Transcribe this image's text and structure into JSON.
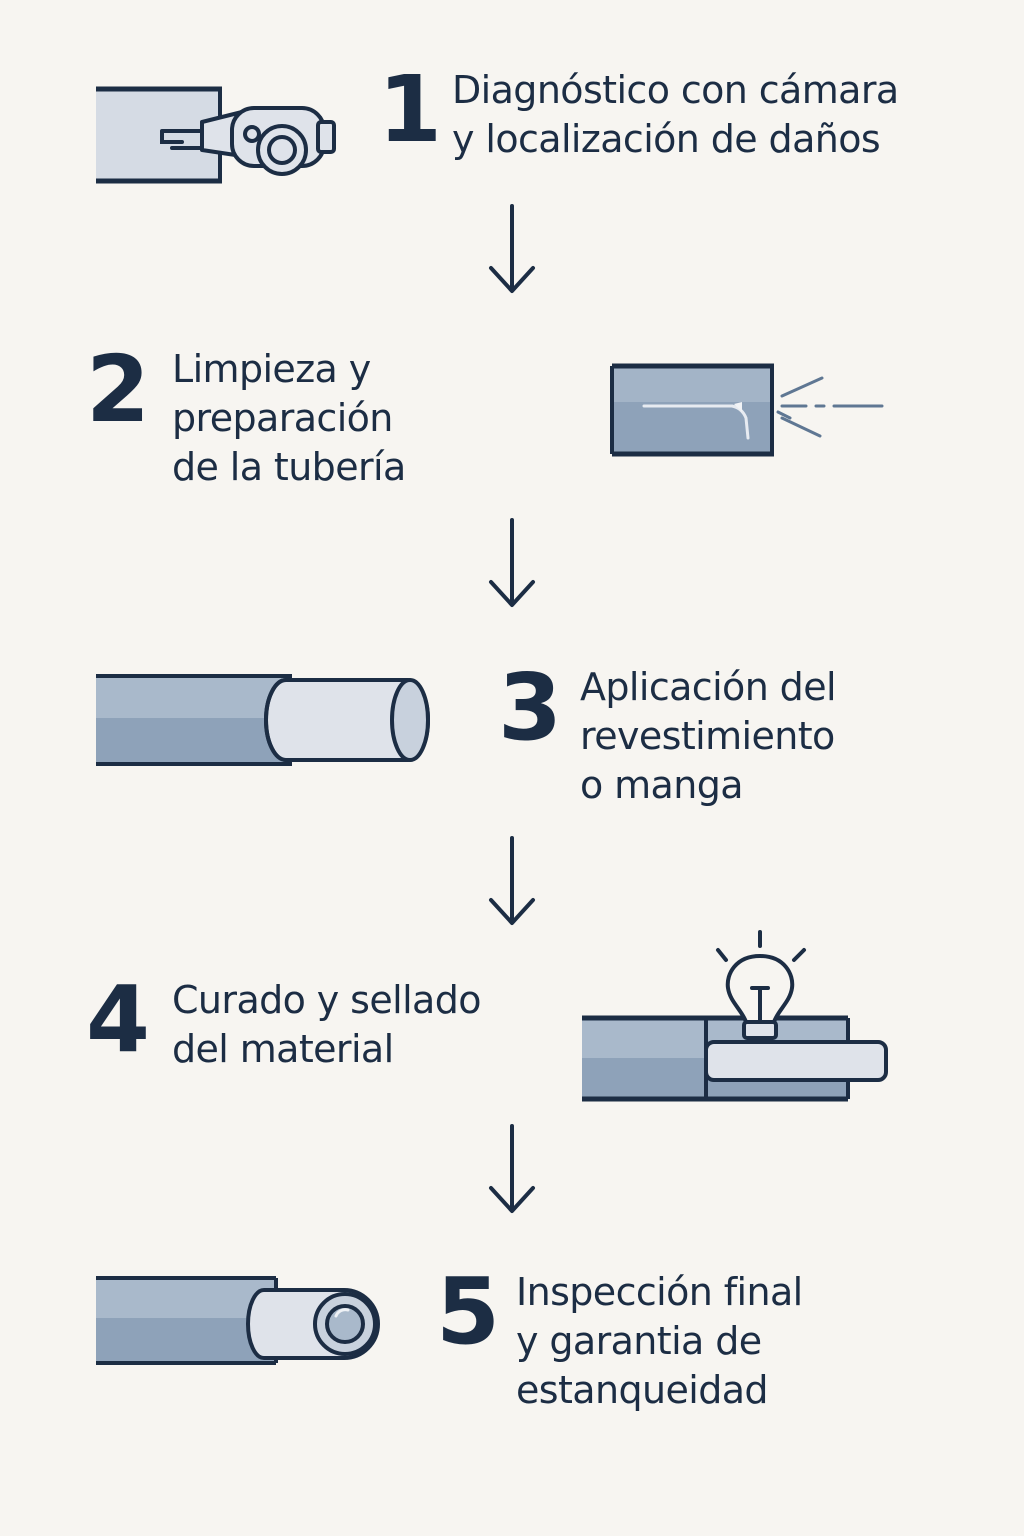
{
  "colors": {
    "background": "#f7f5f1",
    "ink": "#1c2d44",
    "pipe_light": "#a9b9cb",
    "pipe_mid": "#8ea2b9",
    "pipe_dark": "#7a91ab",
    "liner": "#dfe3ea"
  },
  "steps": [
    {
      "number": "1",
      "lines": [
        "Diagnóstico con cámara",
        "y localización de daños"
      ],
      "icon": "camera-inspection-icon"
    },
    {
      "number": "2",
      "lines": [
        "Limpieza y",
        "preparación",
        "de la tubería"
      ],
      "icon": "pipe-cleaning-jet-icon"
    },
    {
      "number": "3",
      "lines": [
        "Aplicación del",
        "revestimiento",
        "o manga"
      ],
      "icon": "pipe-liner-insertion-icon"
    },
    {
      "number": "4",
      "lines": [
        "Curado y sellado",
        "del material"
      ],
      "icon": "uv-curing-lamp-icon"
    },
    {
      "number": "5",
      "lines": [
        "Inspección final",
        "y garantia de",
        "estanqueidad"
      ],
      "icon": "final-inspection-lens-icon"
    }
  ],
  "arrows": [
    "down-arrow-icon",
    "down-arrow-icon",
    "down-arrow-icon",
    "down-arrow-icon"
  ]
}
